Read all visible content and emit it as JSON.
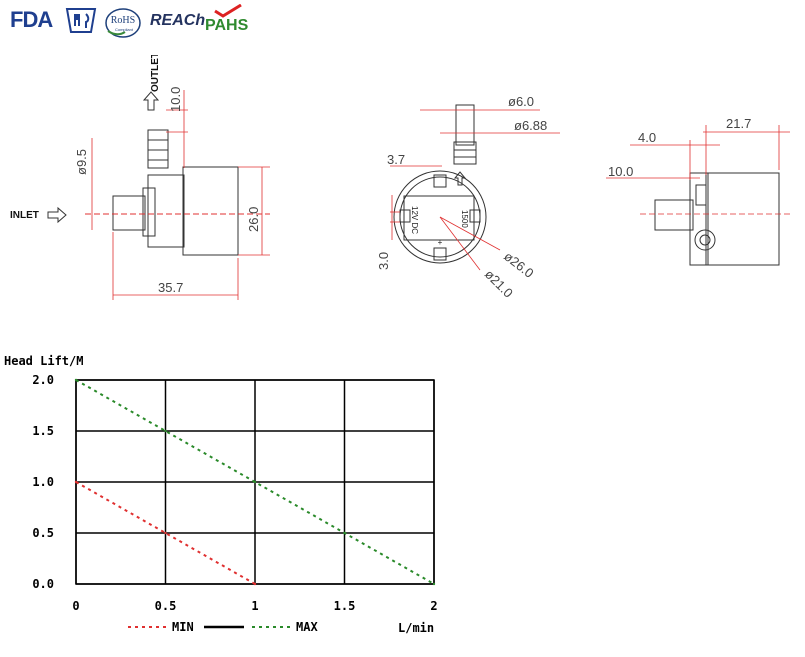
{
  "certs": {
    "fda": "FDA",
    "rohs": "RoHS",
    "rohs_sub": "Compliant",
    "reach": "REACh",
    "pahs": "PAHS"
  },
  "diagram": {
    "outlet": "OUTLET",
    "inlet": "INLET",
    "dim_100": "10.0",
    "dim_95": "ø9.5",
    "dim_260_side": "26.0",
    "dim_357": "35.7",
    "dim_60": "ø6.0",
    "dim_688": "ø6.88",
    "dim_37": "3.7",
    "dim_30": "3.0",
    "dim_260_dia": "ø26.0",
    "dim_210": "ø21.0",
    "dim_40": "4.0",
    "dim_217": "21.7",
    "dim_100_right": "10.0",
    "face_text_1": "12V DC",
    "face_text_2": "1500",
    "face_text_3": "+"
  },
  "chart_data": {
    "type": "line",
    "ylabel": "Head Lift/M",
    "xlabel": "L/min",
    "xlim": [
      0,
      2
    ],
    "ylim": [
      0,
      2
    ],
    "xticks": [
      "0",
      "0.5",
      "1",
      "1.5",
      "2"
    ],
    "yticks": [
      "0.0",
      "0.5",
      "1.0",
      "1.5",
      "2.0"
    ],
    "grid": true,
    "series": [
      {
        "name": "MIN",
        "color": "#e03030",
        "x": [
          0,
          0.5,
          1
        ],
        "y": [
          1.0,
          0.5,
          0.0
        ]
      },
      {
        "name": "MAX",
        "color": "#2a8a2a",
        "x": [
          0,
          0.5,
          1,
          1.5,
          2
        ],
        "y": [
          2.0,
          1.5,
          1.0,
          0.5,
          0.0
        ]
      }
    ],
    "legend": [
      "MIN",
      "MAX"
    ],
    "legend_placement": "bottom"
  }
}
